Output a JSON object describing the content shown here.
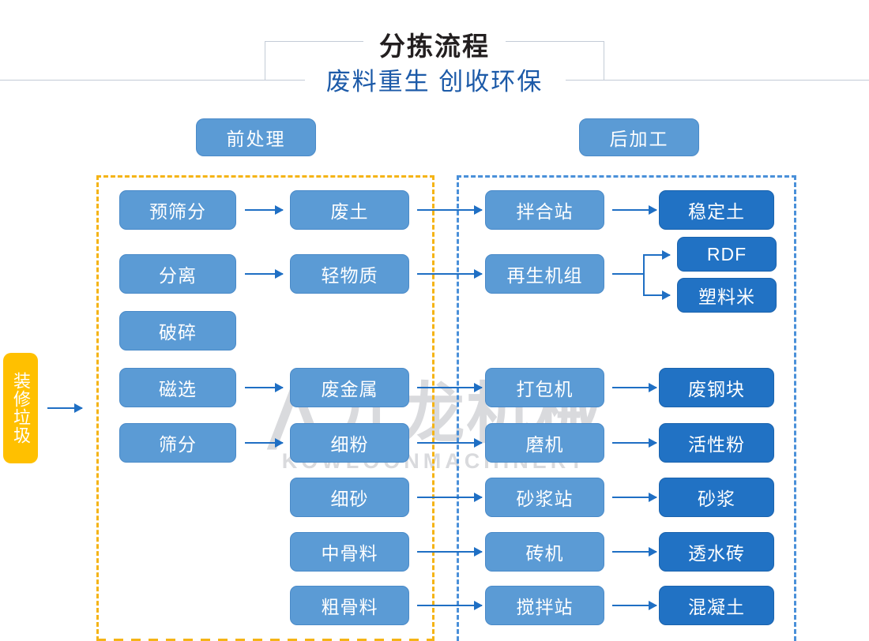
{
  "header": {
    "title": "分拣流程",
    "subtitle": "废料重生 创收环保"
  },
  "sections": {
    "pre_label": "前处理",
    "post_label": "后加工",
    "pre_zone_color": "#f5b416",
    "post_zone_color": "#4a90d9"
  },
  "source": {
    "label": "装修垃圾"
  },
  "colors": {
    "node_mid": "#5b9bd5",
    "node_dark": "#2172c4",
    "source": "#ffc000",
    "arrow": "#1f6fc4",
    "title": "#231f20",
    "subtitle": "#1c5aa8",
    "watermark": "#d9dadd"
  },
  "nodes": {
    "pre_process": [
      {
        "label": "预筛分"
      },
      {
        "label": "分离"
      },
      {
        "label": "破碎"
      },
      {
        "label": "磁选"
      },
      {
        "label": "筛分"
      }
    ],
    "materials": [
      {
        "label": "废土"
      },
      {
        "label": "轻物质"
      },
      {
        "label": "废金属"
      },
      {
        "label": "细粉"
      },
      {
        "label": "细砂"
      },
      {
        "label": "中骨料"
      },
      {
        "label": "粗骨料"
      }
    ],
    "equipment": [
      {
        "label": "拌合站"
      },
      {
        "label": "再生机组"
      },
      {
        "label": "打包机"
      },
      {
        "label": "磨机"
      },
      {
        "label": "砂浆站"
      },
      {
        "label": "砖机"
      },
      {
        "label": "搅拌站"
      }
    ],
    "products": [
      {
        "label": "稳定土"
      },
      {
        "label": "RDF"
      },
      {
        "label": "塑料米"
      },
      {
        "label": "废钢块"
      },
      {
        "label": "活性粉"
      },
      {
        "label": "砂浆"
      },
      {
        "label": "透水砖"
      },
      {
        "label": "混凝土"
      }
    ]
  },
  "watermark": {
    "logo": "⋀",
    "cn": "九龙机械",
    "en": "KOWLOONMACHINERY"
  }
}
